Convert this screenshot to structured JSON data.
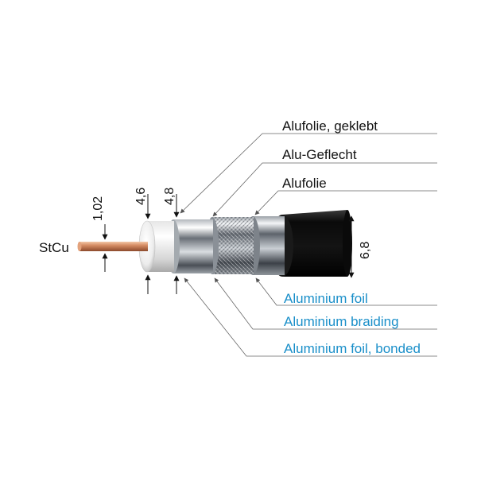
{
  "labels": {
    "core_material": "StCu",
    "german": {
      "foil_bonded": "Alufolie, geklebt",
      "braid": "Alu-Geflecht",
      "foil": "Alufolie"
    },
    "english": {
      "foil": "Aluminium foil",
      "braid": "Aluminium braiding",
      "foil_bonded": "Aluminium foil, bonded"
    }
  },
  "dimensions": {
    "core": "1,02",
    "dielectric": "4,6",
    "foil_outer": "4,8",
    "jacket": "6,8"
  },
  "colors": {
    "german_text": "#111111",
    "english_text": "#1a8fc9",
    "leader_line": "#666666",
    "jacket": "#0c0c0c",
    "copper": "#c97f5a"
  }
}
